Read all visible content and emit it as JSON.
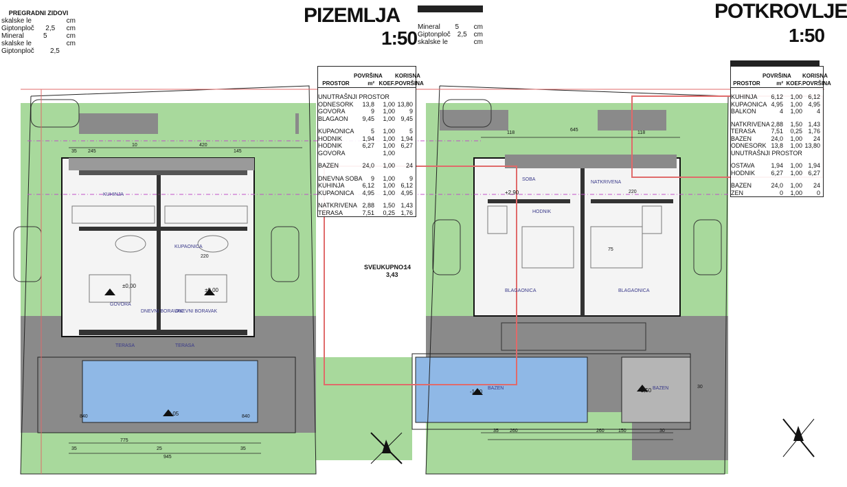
{
  "legend_left": {
    "header": "PREGRADNI ZIDOVI",
    "rows": [
      {
        "label": "skalske le",
        "value": "",
        "unit": "cm"
      },
      {
        "label": "Giptonploč",
        "value": "2,5",
        "unit": "cm"
      },
      {
        "label": "Mineral",
        "value": "5",
        "unit": "cm"
      },
      {
        "label": "skalske le",
        "value": "",
        "unit": "cm"
      },
      {
        "label": "Giptonploč",
        "value": "2,5",
        "unit": ""
      }
    ]
  },
  "legend_mid": {
    "rows": [
      {
        "label": "Mineral",
        "value": "5",
        "unit": "cm"
      },
      {
        "label": "Giptonploč",
        "value": "2,5",
        "unit": "cm"
      },
      {
        "label": "skalske le",
        "value": "",
        "unit": "cm"
      }
    ]
  },
  "titles": {
    "left_main": "PIZEMLJA",
    "left_sub": "1:50",
    "right_main": "POTKROVLJE",
    "right_sub": "1:50"
  },
  "table_left": {
    "headers": [
      "PROSTOR",
      "POVRŠINA m²",
      "KOEF.",
      "KORISNA POVRŠINA"
    ],
    "rows": [
      [
        "UNUTRAŠNJI PROSTOR",
        "",
        "",
        ""
      ],
      [
        "ODNESORK",
        "13,8",
        "1,00",
        "13,80"
      ],
      [
        "GOVORA",
        "9",
        "1,00",
        "9"
      ],
      [
        "BLAGAON",
        "9,45",
        "1,00",
        "9,45"
      ],
      [
        "",
        "",
        "",
        ""
      ],
      [
        "KUPAONICA",
        "5",
        "1,00",
        "5"
      ],
      [
        "HODNIK",
        "1,94",
        "1,00",
        "1,94"
      ],
      [
        "HODNIK",
        "6,27",
        "1,00",
        "6,27"
      ],
      [
        "GOVORA",
        "",
        "1,00",
        ""
      ],
      [
        "",
        "",
        "",
        ""
      ],
      [
        "BAZEN",
        "24,0",
        "1,00",
        "24"
      ],
      [
        "",
        "",
        "",
        ""
      ],
      [
        "DNEVNA SOBA",
        "9",
        "1,00",
        "9"
      ],
      [
        "KUHINJA",
        "6,12",
        "1,00",
        "6,12"
      ],
      [
        "KUPAONICA",
        "4,95",
        "1,00",
        "4,95"
      ],
      [
        "",
        "",
        "",
        ""
      ],
      [
        "NATKRIVENA",
        "2,88",
        "1,50",
        "1,43"
      ],
      [
        "TERASA",
        "7,51",
        "0,25",
        "1,76"
      ]
    ],
    "total_label": "SVEUKUPNO:",
    "total_values": [
      "14",
      "3,43"
    ]
  },
  "table_right": {
    "headers": [
      "PROSTOR",
      "POVRŠINA m²",
      "KOEF.",
      "KORISNA POVRŠINA"
    ],
    "rows": [
      [
        "KUHINJA",
        "6,12",
        "1,00",
        "6,12"
      ],
      [
        "KUPAONICA",
        "4,95",
        "1,00",
        "4,95"
      ],
      [
        "BALKON",
        "4",
        "1,00",
        "4"
      ],
      [
        "",
        "",
        "",
        ""
      ],
      [
        "NATKRIVENA",
        "2,88",
        "1,50",
        "1,43"
      ],
      [
        "TERASA",
        "7,51",
        "0,25",
        "1,76"
      ],
      [
        "BAZEN",
        "24,0",
        "1,00",
        "24"
      ],
      [
        "ODNESORK",
        "13,8",
        "1,00",
        "13,80"
      ],
      [
        "UNUTRAŠNJI PROSTOR",
        "",
        "",
        ""
      ],
      [
        "",
        "",
        "",
        ""
      ],
      [
        "OSTAVA",
        "1,94",
        "1,00",
        "1,94"
      ],
      [
        "HODNIK",
        "6,27",
        "1,00",
        "6,27"
      ],
      [
        "",
        "",
        "",
        ""
      ],
      [
        "BAZEN",
        "24,0",
        "1,00",
        "24"
      ],
      [
        "ZEN",
        "0",
        "1,00",
        "0"
      ]
    ]
  },
  "rooms": {
    "govora": "GOVORA",
    "blagaon": "BLAGAONICA",
    "dnevni": "DNEVNI BORAVAK",
    "terasa": "TERASA",
    "bazen": "BAZEN",
    "hodnik": "HODNIK",
    "kupaonica": "KUPAONICA",
    "kuhinja": "KUHINJA",
    "soba": "SOBA",
    "natkrivena": "NATKRIVENA"
  },
  "levels": {
    "l1": "±0,00",
    "l2": "-0,05",
    "l3": "-1,50",
    "l4": "+2,90"
  },
  "dims": {
    "d_35": "35",
    "d_245": "245",
    "d_775": "775",
    "d_25": "25",
    "d_945": "945",
    "d_840": "840",
    "d_645": "645",
    "d_118": "118",
    "d_220": "220",
    "d_260": "260",
    "d_420": "420",
    "d_145": "145",
    "d_150": "150",
    "d_75": "75",
    "d_30": "30",
    "d_10": "10"
  },
  "colors": {
    "grass": "#a8d99c",
    "pool": "#8fb8e6",
    "paving": "#8a8a8a",
    "cut": "#e06a6a",
    "magenta": "#c050c8"
  }
}
